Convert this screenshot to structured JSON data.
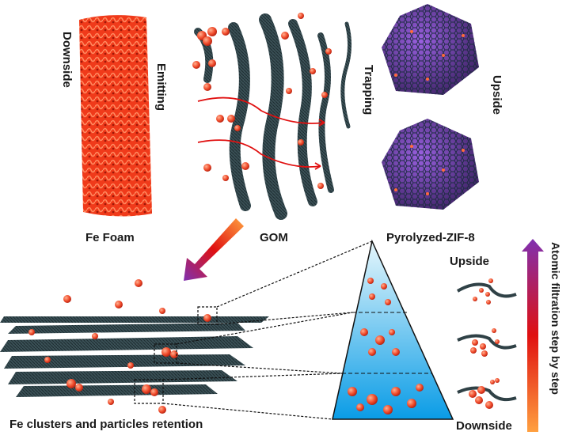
{
  "top": {
    "fe_foam": {
      "label": "Fe Foam",
      "side_label": "Downside",
      "action_label": "Emitting"
    },
    "gom": {
      "label": "GOM",
      "action_label": "Trapping"
    },
    "zif": {
      "label": "Pyrolyzed-ZIF-8",
      "side_label": "Upside"
    }
  },
  "bottom": {
    "retention_label": "Fe clusters and particles retention",
    "upside_label": "Upside",
    "downside_label": "Downside",
    "arrow_label": "Atomic filtration step by step"
  },
  "colors": {
    "fe": "#f04a2a",
    "sheet": "#2f4146",
    "zif": "#6a3aa8",
    "triangle_top": "#d9f3fb",
    "triangle_bottom": "#0aa0e8",
    "arrow_bottom": "#ffa040",
    "arrow_mid": "#e01010",
    "arrow_top": "#8030b0"
  }
}
